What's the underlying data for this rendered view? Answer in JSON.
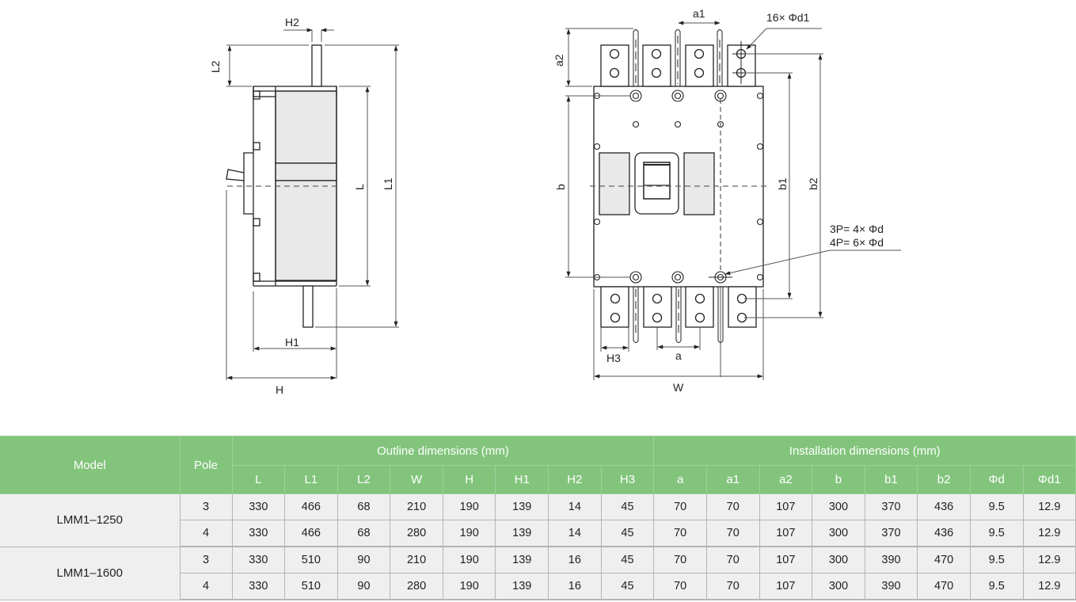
{
  "drawing": {
    "side_view_labels": {
      "H2": "H2",
      "L2": "L2",
      "L": "L",
      "L1": "L1",
      "H1": "H1",
      "H": "H"
    },
    "front_view_labels": {
      "a1": "a1",
      "a2": "a2",
      "b": "b",
      "b1": "b1",
      "b2": "b2",
      "H3": "H3",
      "a": "a",
      "W": "W"
    },
    "callouts": {
      "terminal_holes": "16× Φd1",
      "mount_holes_3p": "3P= 4× Φd",
      "mount_holes_4p": "4P= 6× Φd"
    }
  },
  "table": {
    "header": {
      "model": "Model",
      "pole": "Pole",
      "outline_group": "Outline dimensions (mm)",
      "install_group": "Installation dimensions (mm)",
      "outline_columns": [
        "L",
        "L1",
        "L2",
        "W",
        "H",
        "H1",
        "H2",
        "H3"
      ],
      "install_columns": [
        "a",
        "a1",
        "a2",
        "b",
        "b1",
        "b2",
        "Φd",
        "Φd1"
      ]
    },
    "groups": [
      {
        "model": "LMM1–1250",
        "rows": [
          {
            "pole": "3",
            "values": [
              "330",
              "466",
              "68",
              "210",
              "190",
              "139",
              "14",
              "45",
              "70",
              "70",
              "107",
              "300",
              "370",
              "436",
              "9.5",
              "12.9"
            ]
          },
          {
            "pole": "4",
            "values": [
              "330",
              "466",
              "68",
              "280",
              "190",
              "139",
              "14",
              "45",
              "70",
              "70",
              "107",
              "300",
              "370",
              "436",
              "9.5",
              "12.9"
            ]
          }
        ]
      },
      {
        "model": "LMM1–1600",
        "rows": [
          {
            "pole": "3",
            "values": [
              "330",
              "510",
              "90",
              "210",
              "190",
              "139",
              "16",
              "45",
              "70",
              "70",
              "107",
              "300",
              "390",
              "470",
              "9.5",
              "12.9"
            ]
          },
          {
            "pole": "4",
            "values": [
              "330",
              "510",
              "90",
              "280",
              "190",
              "139",
              "16",
              "45",
              "70",
              "70",
              "107",
              "300",
              "390",
              "470",
              "9.5",
              "12.9"
            ]
          }
        ]
      }
    ]
  }
}
